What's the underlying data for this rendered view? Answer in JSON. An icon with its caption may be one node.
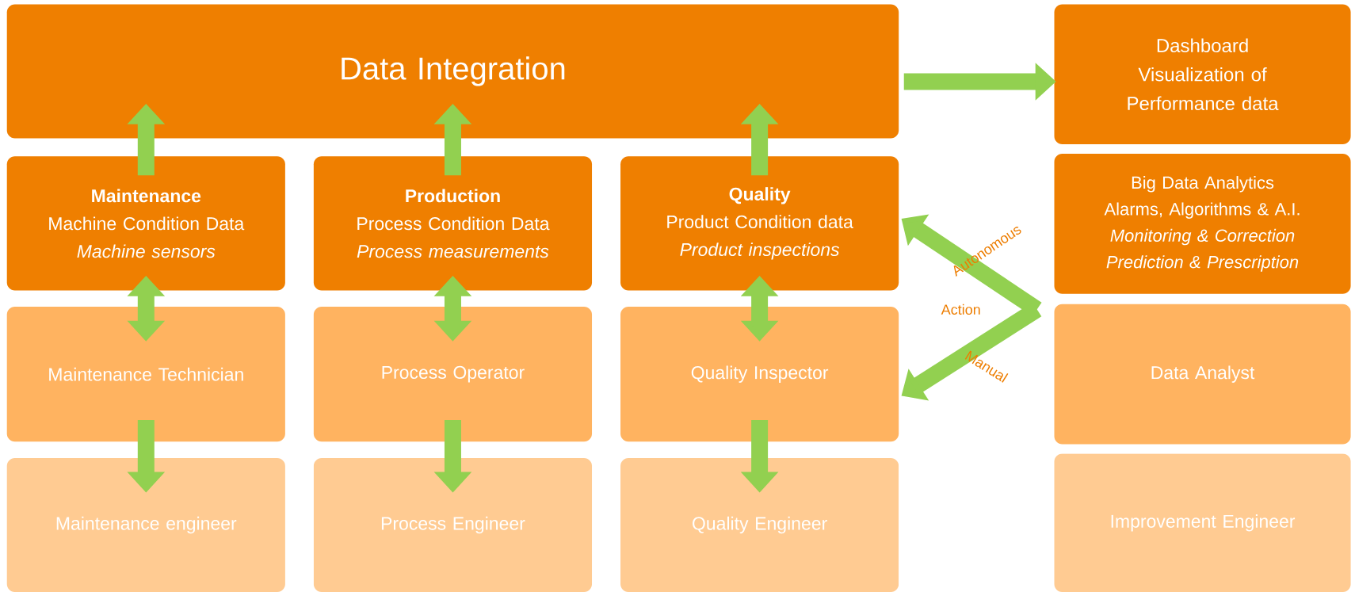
{
  "diagram": {
    "nodes": [
      {
        "text": [
          "Data Integration"
        ]
      },
      {
        "text": [
          "Dashboard",
          "Visualization of Performance data"
        ]
      },
      {
        "text": [
          "Maintenance",
          "Machine Condition Data",
          "Machine sensors"
        ]
      },
      {
        "text": [
          "Production",
          "Process Condition Data",
          "Process measurements"
        ]
      },
      {
        "text": [
          "Quality",
          "Product Condition data",
          "Product inspections"
        ]
      },
      {
        "text": [
          "Big Data Analytics",
          "Alarms, Algorithms & A.I.",
          "Monitoring & Correction",
          "Prediction & Prescription"
        ]
      },
      {
        "text": [
          "Maintenance Technician"
        ]
      },
      {
        "text": [
          "Process Operator"
        ]
      },
      {
        "text": [
          "Quality Inspector"
        ]
      },
      {
        "text": [
          "Data Analyst"
        ]
      },
      {
        "text": [
          "Maintenance engineer"
        ]
      },
      {
        "text": [
          "Process Engineer"
        ]
      },
      {
        "text": [
          "Quality Engineer"
        ]
      },
      {
        "text": [
          "Improvement Engineer"
        ]
      }
    ],
    "edges": [
      {
        "from": 0,
        "to": 1,
        "arrow": "to"
      },
      {
        "from": 2,
        "to": 0,
        "arrow": "to"
      },
      {
        "from": 3,
        "to": 0,
        "arrow": "to"
      },
      {
        "from": 4,
        "to": 0,
        "arrow": "to"
      },
      {
        "from": 2,
        "to": 6,
        "arrow": "both"
      },
      {
        "from": 3,
        "to": 7,
        "arrow": "both"
      },
      {
        "from": 4,
        "to": 8,
        "arrow": "both"
      },
      {
        "from": 6,
        "to": 10,
        "arrow": "to"
      },
      {
        "from": 7,
        "to": 11,
        "arrow": "to"
      },
      {
        "from": 8,
        "to": 12,
        "arrow": "to"
      },
      {
        "from": null,
        "to": 4,
        "arrow": "to",
        "label": "Autonomous"
      },
      {
        "from": null,
        "to": 8,
        "arrow": "to",
        "label": "Manual"
      }
    ],
    "labels": [
      "Action"
    ]
  }
}
